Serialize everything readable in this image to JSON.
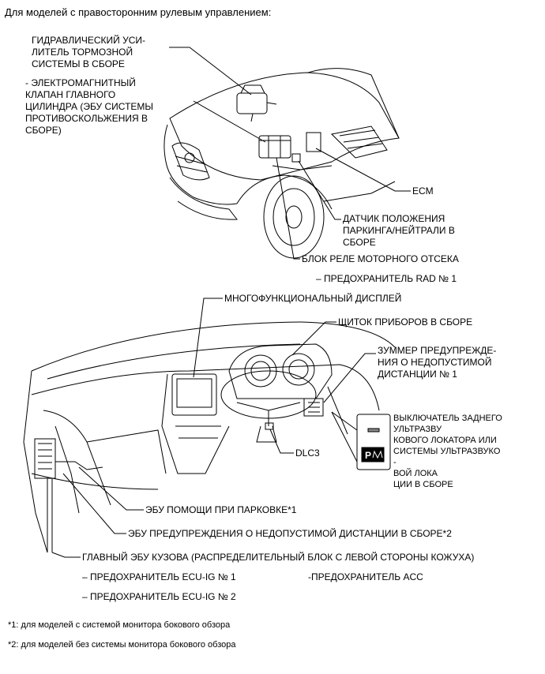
{
  "title": "Для моделей с правосторонним рулевым управлением:",
  "engine_labels": {
    "brake_booster": "ГИДРАВЛИЧЕСКИЙ УСИ-\nЛИТЕЛЬ ТОРМОЗНОЙ\nСИСТЕМЫ В СБОРЕ",
    "solenoid": "- ЭЛЕКТРОМАГНИТНЫЙ\nКЛАПАН ГЛАВНОГО\nЦИЛИНДРА (ЭБУ СИСТЕМЫ\nПРОТИВОСКОЛЬЖЕНИЯ В\nСБОРЕ)",
    "ecm": "ECM",
    "park_sensor": "ДАТЧИК ПОЛОЖЕНИЯ\nПАРКИНГА/НЕЙТРАЛИ В\nСБОРЕ",
    "relay_block": "БЛОК РЕЛЕ МОТОРНОГО ОТСЕКА",
    "rad_fuse": "– ПРЕДОХРАНИТЕЛЬ RAD № 1"
  },
  "cabin_labels": {
    "display": "МНОГОФУНКЦИОНАЛЬНЫЙ ДИСПЛЕЙ",
    "cluster": "ЩИТОК ПРИБОРОВ В СБОРЕ",
    "buzzer": "ЗУММЕР ПРЕДУПРЕЖДЕ-\nНИЯ О НЕДОПУСТИМОЙ\nДИСТАНЦИИ № 1",
    "switch": "ВЫКЛЮЧАТЕЛЬ ЗАДНЕГО\nУЛЬТРАЗВУ\nКОВОГО ЛОКАТОРА ИЛИ\nСИСТЕМЫ УЛЬТРАЗВУКО\n-\nВОЙ ЛОКА\nЦИИ В СБОРЕ",
    "dlc3": "DLC3",
    "parking_ecu": "ЭБУ ПОМОЩИ ПРИ ПАРКОВКЕ*1",
    "distance_ecu": "ЭБУ ПРЕДУПРЕЖДЕНИЯ О НЕДОПУСТИМОЙ ДИСТАНЦИИ В СБОРЕ*2",
    "body_ecu": "ГЛАВНЫЙ ЭБУ КУЗОВА (РАСПРЕДЕЛИТЕЛЬНЫЙ БЛОК С ЛЕВОЙ СТОРОНЫ КОЖУХА)",
    "ecu_ig1": "– ПРЕДОХРАНИТЕЛЬ ECU-IG № 1",
    "acc": "-ПРЕДОХРАНИТЕЛЬ ACC",
    "ecu_ig2": "– ПРЕДОХРАНИТЕЛЬ ECU-IG № 2"
  },
  "footnotes": {
    "note1": "*1: для моделей с системой монитора бокового обзора",
    "note2": "*2: для моделей без системы монитора бокового обзора"
  }
}
